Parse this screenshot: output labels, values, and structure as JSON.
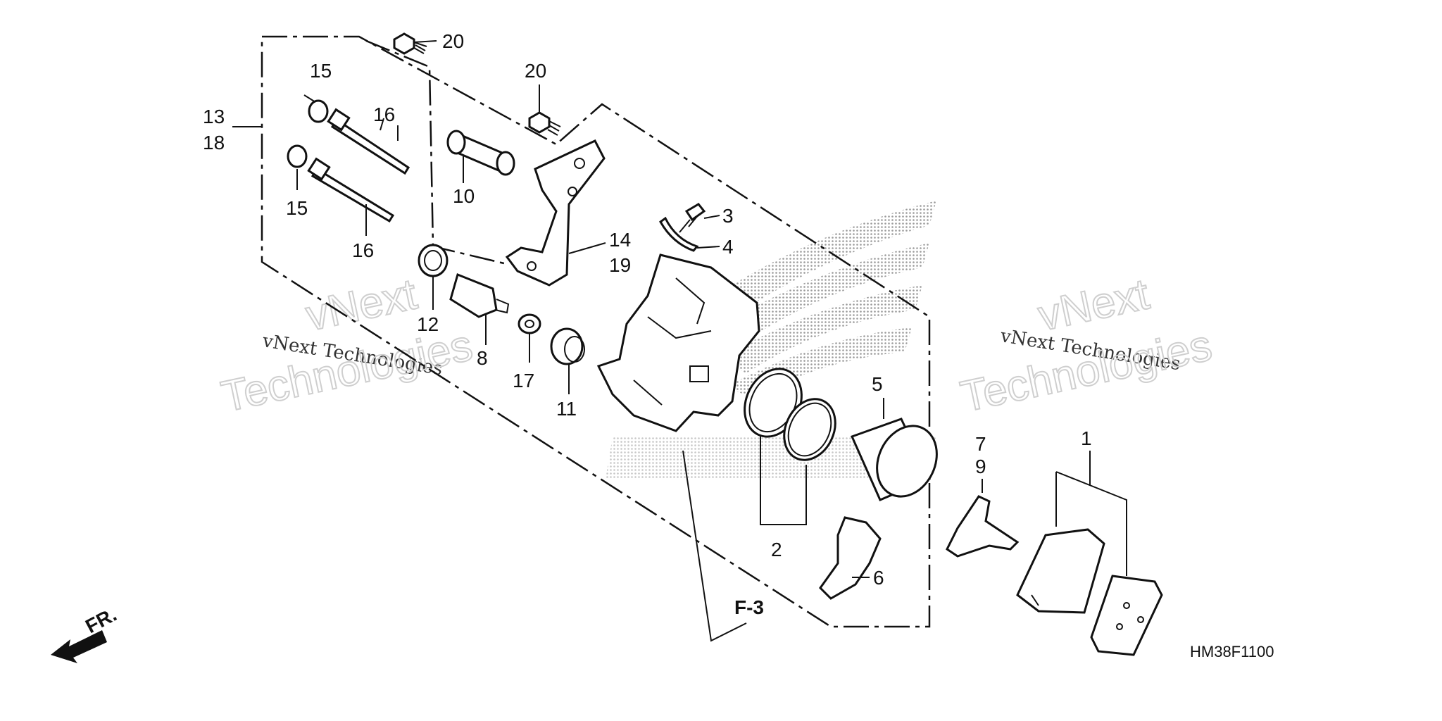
{
  "diagram_code": "HM38F1100",
  "reference": "F-3",
  "direction_label": "FR.",
  "watermark": {
    "line_small": "vNext Technologies",
    "line_big_1": "vNext",
    "line_big_2": "Technologies"
  },
  "callouts": {
    "c1": "1",
    "c2": "2",
    "c3": "3",
    "c4": "4",
    "c5": "5",
    "c6": "6",
    "c7": "7",
    "c9": "9",
    "c8": "8",
    "c10": "10",
    "c11": "11",
    "c12": "12",
    "c13": "13",
    "c18": "18",
    "c14": "14",
    "c19": "19",
    "c15a": "15",
    "c15b": "15",
    "c16a": "16",
    "c16b": "16",
    "c17": "17",
    "c20a": "20",
    "c20b": "20"
  },
  "colors": {
    "line": "#111111",
    "watermark_dots": "#9a9a9a",
    "background": "#ffffff"
  }
}
